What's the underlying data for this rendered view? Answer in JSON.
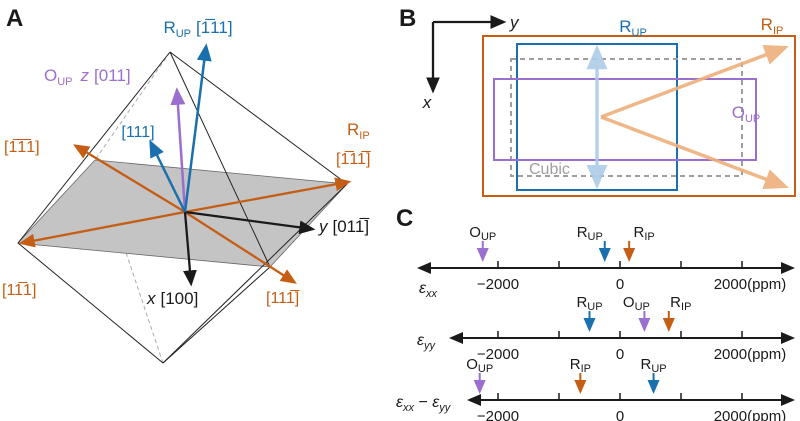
{
  "figure": {
    "panel_a_label": "A",
    "panel_b_label": "B",
    "panel_c_label": "C"
  },
  "colors": {
    "blue": "#1a6fae",
    "orange": "#c55e14",
    "purple": "#9a6fd0",
    "light_blue": "#aecde8",
    "light_orange": "#eeb07c",
    "plane_gray": "#c4c4c4",
    "cubic_gray": "#9e9e9e",
    "ink": "#1a1a1a"
  },
  "panel_a": {
    "r": "R",
    "o": "O",
    "up": "UP",
    "ip": "IP",
    "r_up_dir": "[1̅11]",
    "o_mid": "z",
    "o_dir": "[011]",
    "dir_111": "[111]",
    "dir_up_left": "[1̅1̅1]",
    "dir_right": "[1̅11̅]",
    "dir_left": "[11̅1]",
    "dir_down_right": "[111̅]",
    "y": "y",
    "y_dir": "[011̅]",
    "x": "x",
    "x_dir": "[100]"
  },
  "panel_b": {
    "x": "x",
    "y": "y",
    "r": "R",
    "o": "O",
    "up": "UP",
    "ip": "IP",
    "cubic": "Cubic"
  },
  "chart_data": {
    "type": "number-line",
    "unit": "ppm",
    "axis_range_ppm": [
      -2900,
      2900
    ],
    "ticks_ppm": [
      -2000,
      -1000,
      0,
      1000,
      2000
    ],
    "tick_labels": [
      {
        "value": -2000,
        "text": "−2000"
      },
      {
        "value": 0,
        "text": "0"
      },
      {
        "value": 2000,
        "text": "2000(ppm)"
      }
    ],
    "axes": [
      {
        "id": "exx",
        "label_parts": [
          {
            "t": "ε",
            "italic": true
          },
          {
            "t": "xx",
            "sub": true,
            "italic": true
          }
        ],
        "markers": [
          {
            "base": "O",
            "sub": "UP",
            "color": "purple",
            "value_ppm": -2250
          },
          {
            "base": "R",
            "sub": "UP",
            "color": "blue",
            "value_ppm": -250,
            "label_dx": -15
          },
          {
            "base": "R",
            "sub": "IP",
            "color": "orange",
            "value_ppm": 150,
            "label_dx": 15
          }
        ]
      },
      {
        "id": "eyy",
        "label_parts": [
          {
            "t": "ε",
            "italic": true
          },
          {
            "t": "yy",
            "sub": true,
            "italic": true
          }
        ],
        "markers": [
          {
            "base": "R",
            "sub": "UP",
            "color": "blue",
            "value_ppm": -500
          },
          {
            "base": "O",
            "sub": "UP",
            "color": "purple",
            "value_ppm": 400,
            "label_dx": -8
          },
          {
            "base": "R",
            "sub": "IP",
            "color": "orange",
            "value_ppm": 800,
            "label_dx": 12
          }
        ]
      },
      {
        "id": "exx-minus-eyy",
        "label_parts": [
          {
            "t": "ε",
            "italic": true
          },
          {
            "t": "xx",
            "sub": true,
            "italic": true
          },
          {
            "t": " − "
          },
          {
            "t": "ε",
            "italic": true
          },
          {
            "t": "yy",
            "sub": true,
            "italic": true
          }
        ],
        "markers": [
          {
            "base": "O",
            "sub": "UP",
            "color": "purple",
            "value_ppm": -2300
          },
          {
            "base": "R",
            "sub": "IP",
            "color": "orange",
            "value_ppm": -650
          },
          {
            "base": "R",
            "sub": "UP",
            "color": "blue",
            "value_ppm": 550
          }
        ]
      }
    ]
  }
}
